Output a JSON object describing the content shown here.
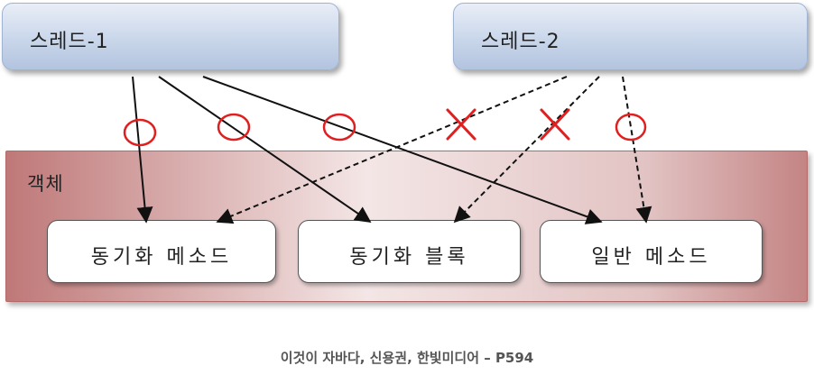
{
  "threads": [
    {
      "label": "스레드-1"
    },
    {
      "label": "스레드-2"
    }
  ],
  "object": {
    "label": "객체"
  },
  "methods": [
    {
      "label": "동기화 메소드"
    },
    {
      "label": "동기화 블록"
    },
    {
      "label": "일반 메소드"
    }
  ],
  "access_marks": [
    {
      "thread": "스레드-1",
      "target": "동기화 메소드",
      "mark": "O",
      "style": "solid"
    },
    {
      "thread": "스레드-1",
      "target": "동기화 블록",
      "mark": "O",
      "style": "solid"
    },
    {
      "thread": "스레드-1",
      "target": "일반 메소드",
      "mark": "O",
      "style": "solid"
    },
    {
      "thread": "스레드-2",
      "target": "동기화 메소드",
      "mark": "X",
      "style": "dashed"
    },
    {
      "thread": "스레드-2",
      "target": "동기화 블록",
      "mark": "X",
      "style": "dashed"
    },
    {
      "thread": "스레드-2",
      "target": "일반 메소드",
      "mark": "O",
      "style": "dashed"
    }
  ],
  "colors": {
    "mark": "#e02020",
    "thread_fill": "#c9d6ea",
    "object_fill": "#d9a9a9"
  },
  "caption": "이것이 자바다, 신용권, 한빛미디어 – P594"
}
